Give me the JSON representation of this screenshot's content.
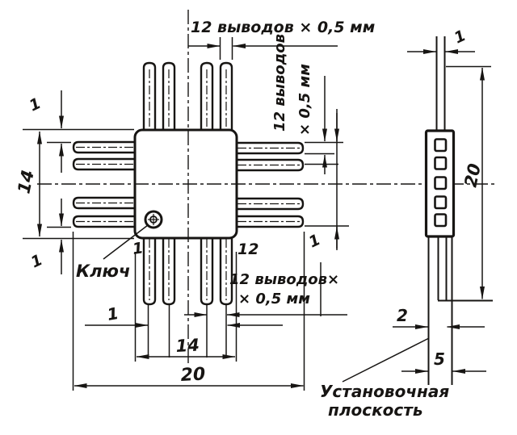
{
  "drawing": {
    "kind": "technical-drawing",
    "language": "ru",
    "ink_color": "#171513",
    "paper_color": "#ffffff",
    "labels": {
      "top_leads": "12 выводов × 0,5 мм",
      "right_leads_line1": "12 выводов",
      "right_leads_line2": "× 0,5 мм",
      "bottom_leads_line1": "12 выводов×",
      "bottom_leads_line2": "× 0,5 мм",
      "key": "Ключ",
      "mounting_plane_line1": "Установочная",
      "mounting_plane_line2": "плоскость",
      "pin_first": "1",
      "pin_last": "12"
    },
    "dimensions": {
      "front_top_left_offset": "1",
      "front_bottom_left_offset": "1",
      "front_right_offset": "1",
      "front_bottom_lead_offset": "1",
      "body_size": "14",
      "overall_size": "20",
      "side_lead_width": "1",
      "side_height": "20",
      "side_standoff": "2",
      "side_seating_width": "5"
    }
  }
}
